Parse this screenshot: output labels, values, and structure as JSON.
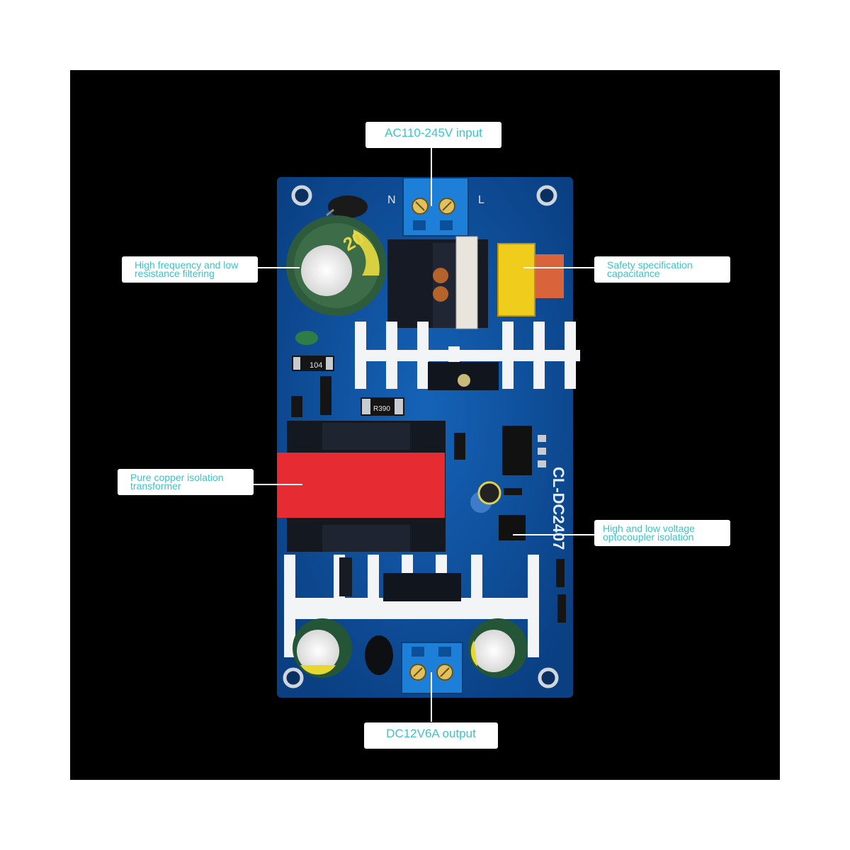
{
  "colors": {
    "background": "#000000",
    "pcb": "#0e4f9e",
    "label_text": "#3cc3c8",
    "label_bg": "#ffffff"
  },
  "board": {
    "model_marking": "CL-DC2407",
    "input_terminal_marks": [
      "N",
      "L"
    ],
    "capacitor_marking": "20",
    "resistor_marking": "104",
    "resistor2_marking": "R390"
  },
  "callouts": {
    "ac_input": "AC110-245V input",
    "filtering": "High frequency and low\nresistance filtering",
    "safety_cap": "Safety specification\ncapacitance",
    "transformer": "Pure copper isolation\ntransformer",
    "optocoupler": "High and low voltage\noptocoupler isolation",
    "dc_output": "DC12V6A output"
  }
}
